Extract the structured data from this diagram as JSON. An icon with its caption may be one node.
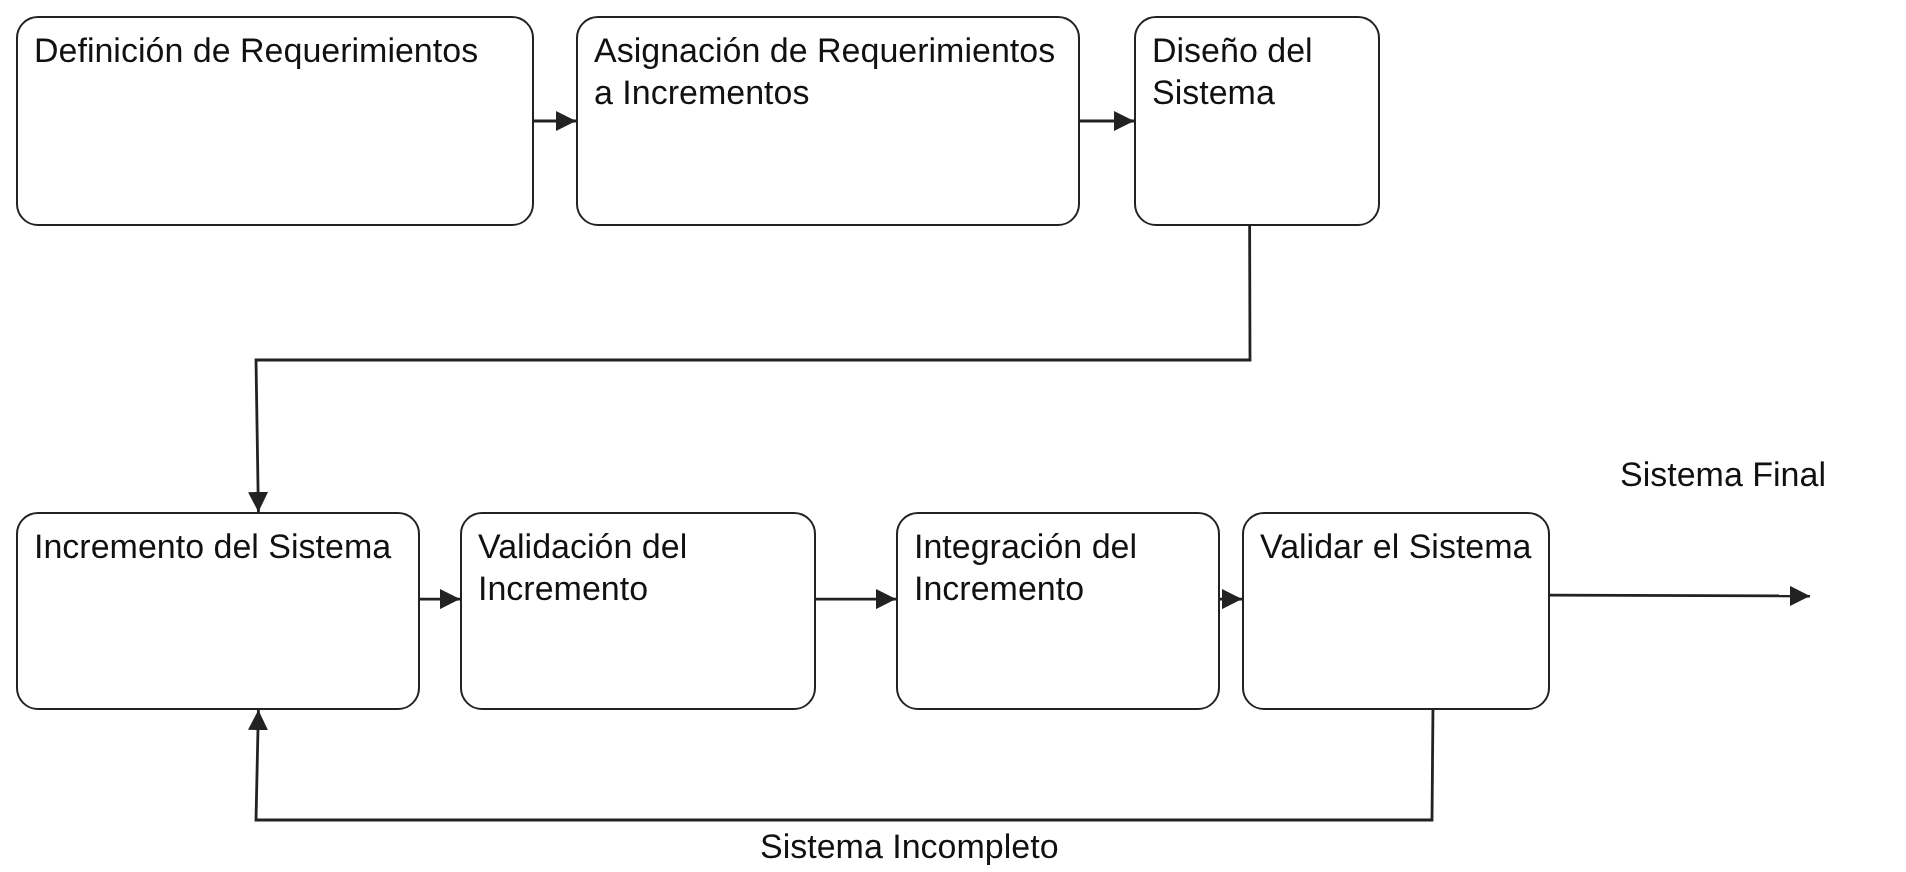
{
  "diagram": {
    "nodes": [
      {
        "text": [
          "Definición de Requerimientos"
        ]
      },
      {
        "text": [
          "Asignación de Requerimientos a Incrementos"
        ]
      },
      {
        "text": [
          "Diseño del Sistema"
        ]
      },
      {
        "text": [
          "Incremento del Sistema"
        ]
      },
      {
        "text": [
          "Validación del Incremento"
        ]
      },
      {
        "text": [
          "Integración del Incremento"
        ]
      },
      {
        "text": [
          "Validar el Sistema"
        ]
      }
    ],
    "edges": [
      {
        "from": 0,
        "to": 1,
        "arrow": "to"
      },
      {
        "from": 1,
        "to": 2,
        "arrow": "to"
      },
      {
        "from": 2,
        "to": 3,
        "arrow": "to"
      },
      {
        "from": 3,
        "to": 4,
        "arrow": "to"
      },
      {
        "from": 4,
        "to": 5,
        "arrow": "to"
      },
      {
        "from": 5,
        "to": 6,
        "arrow": "to"
      },
      {
        "from": 6,
        "to": null,
        "arrow": "to",
        "label": "Sistema Final"
      },
      {
        "from": 6,
        "to": 3,
        "arrow": "to",
        "label": "Sistema Incompleto"
      }
    ]
  }
}
